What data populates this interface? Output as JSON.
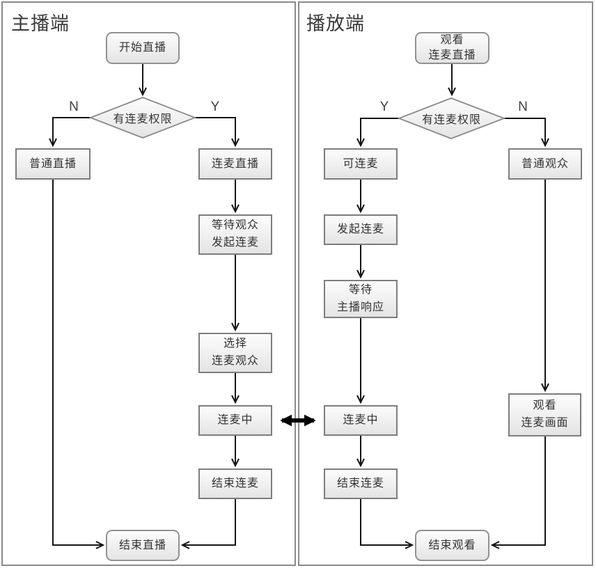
{
  "diagram": {
    "type": "flowchart",
    "colors": {
      "node_fill_top": "#fcfcfc",
      "node_fill_bottom": "#e4e4e4",
      "node_border": "#7d7d7d",
      "rounded_border": "#919191",
      "panel_border": "#8a8a8a",
      "edge": "#141414",
      "text": "#333333"
    },
    "panels": {
      "broadcaster": {
        "title": "主播端",
        "nodes": {
          "start": "开始直播",
          "decision": "有连麦权限",
          "branch_no": "N",
          "branch_yes": "Y",
          "normal_live": "普通直播",
          "lianmai_live": "连麦直播",
          "wait_viewer_line1": "等待观众",
          "wait_viewer_line2": "发起连麦",
          "select_line1": "选择",
          "select_line2": "连麦观众",
          "in_lianmai": "连麦中",
          "end_lianmai": "结束连麦",
          "end_live": "结束直播"
        }
      },
      "viewer": {
        "title": "播放端",
        "nodes": {
          "watch_line1": "观看",
          "watch_line2": "连麦直播",
          "decision": "有连麦权限",
          "branch_yes": "Y",
          "branch_no": "N",
          "can_lianmai": "可连麦",
          "initiate_lianmai": "发起连麦",
          "wait_host_line1": "等待",
          "wait_host_line2": "主播响应",
          "in_lianmai": "连麦中",
          "normal_viewer": "普通观众",
          "watch_screen_line1": "观看",
          "watch_screen_line2": "连麦画面",
          "end_lianmai": "结束连麦",
          "end_watch": "结束观看"
        }
      }
    }
  }
}
